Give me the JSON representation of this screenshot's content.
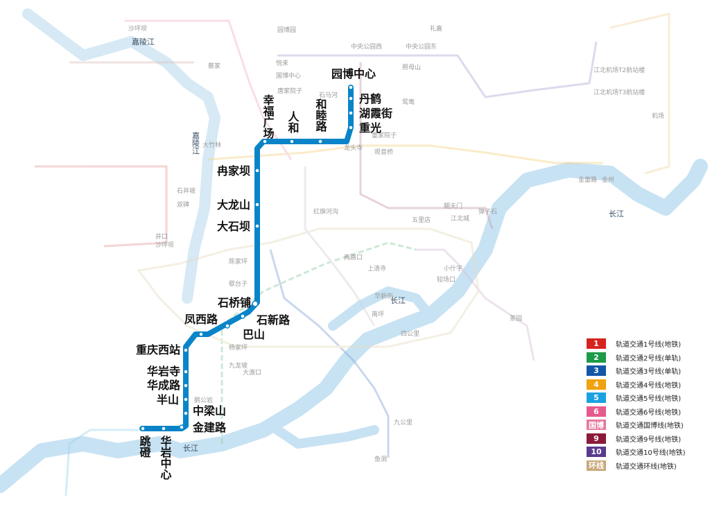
{
  "rivers": [
    {
      "id": "jialing-1",
      "label": "嘉陵江"
    },
    {
      "id": "jialing-2",
      "label": "嘉陵江"
    },
    {
      "id": "yangtze-1",
      "label": "长江"
    },
    {
      "id": "yangtze-2",
      "label": "长江"
    },
    {
      "id": "yangtze-3",
      "label": "长江"
    }
  ],
  "route": {
    "color": "#0a84c8",
    "stations": [
      {
        "name": "园博中心"
      },
      {
        "name": "丹鹤"
      },
      {
        "name": "湖霞街"
      },
      {
        "name": "重光"
      },
      {
        "name": "和睦路"
      },
      {
        "name": "人和"
      },
      {
        "name": "幸福广场"
      },
      {
        "name": "冉家坝"
      },
      {
        "name": "大龙山"
      },
      {
        "name": "大石坝"
      },
      {
        "name": "石桥铺"
      },
      {
        "name": "石新路"
      },
      {
        "name": "巴山"
      },
      {
        "name": "凤西路"
      },
      {
        "name": "重庆西站"
      },
      {
        "name": "华岩寺"
      },
      {
        "name": "华成路"
      },
      {
        "name": "半山"
      },
      {
        "name": "中梁山"
      },
      {
        "name": "金建路"
      },
      {
        "name": "跳磴"
      },
      {
        "name": "华岩中心"
      }
    ]
  },
  "faint_labels": [
    "沙坪坝",
    "蔡家",
    "园博园",
    "礼嘉",
    "悦来",
    "国博中心",
    "江北机场T2航站楼",
    "江北机场T3航站楼",
    "观音桥",
    "红旗河沟",
    "小什字",
    "较场口",
    "两路口",
    "上清寺",
    "沙坪坝",
    "杨家坪",
    "九龙坡",
    "鱼洞",
    "四公里",
    "南坪",
    "弹子石",
    "朝天门",
    "江北城",
    "唐家院子",
    "石马河",
    "童家院子",
    "茶园",
    "大渡口",
    "陈家坪",
    "歇台子",
    "石井坡",
    "双碑",
    "井口",
    "鹅公岩",
    "九公里",
    "大竹林",
    "照母山",
    "鸳鸯",
    "金童路",
    "金州",
    "中央公园西",
    "中央公园东",
    "机场",
    "华新街",
    "五里店",
    "龙头寺"
  ],
  "legend": [
    {
      "badge": "1",
      "color": "#d7231e",
      "text": "轨道交通1号线(地铁)"
    },
    {
      "badge": "2",
      "color": "#1d9b48",
      "text": "轨道交通2号线(单轨)"
    },
    {
      "badge": "3",
      "color": "#1257a8",
      "text": "轨道交通3号线(单轨)"
    },
    {
      "badge": "4",
      "color": "#f0a20f",
      "text": "轨道交通4号线(地铁)"
    },
    {
      "badge": "5",
      "color": "#1ba1e2",
      "text": "轨道交通5号线(地铁)"
    },
    {
      "badge": "6",
      "color": "#e75a8e",
      "text": "轨道交通6号线(地铁)"
    },
    {
      "badge": "国博",
      "color": "#e7789c",
      "text": "轨道交通国博线(地铁)"
    },
    {
      "badge": "9",
      "color": "#8b1a3a",
      "text": "轨道交通9号线(地铁)"
    },
    {
      "badge": "10",
      "color": "#5a3a8f",
      "text": "轨道交通10号线(地铁)"
    },
    {
      "badge": "环线",
      "color": "#c9a77a",
      "text": "轨道交通环线(地铁)"
    }
  ]
}
